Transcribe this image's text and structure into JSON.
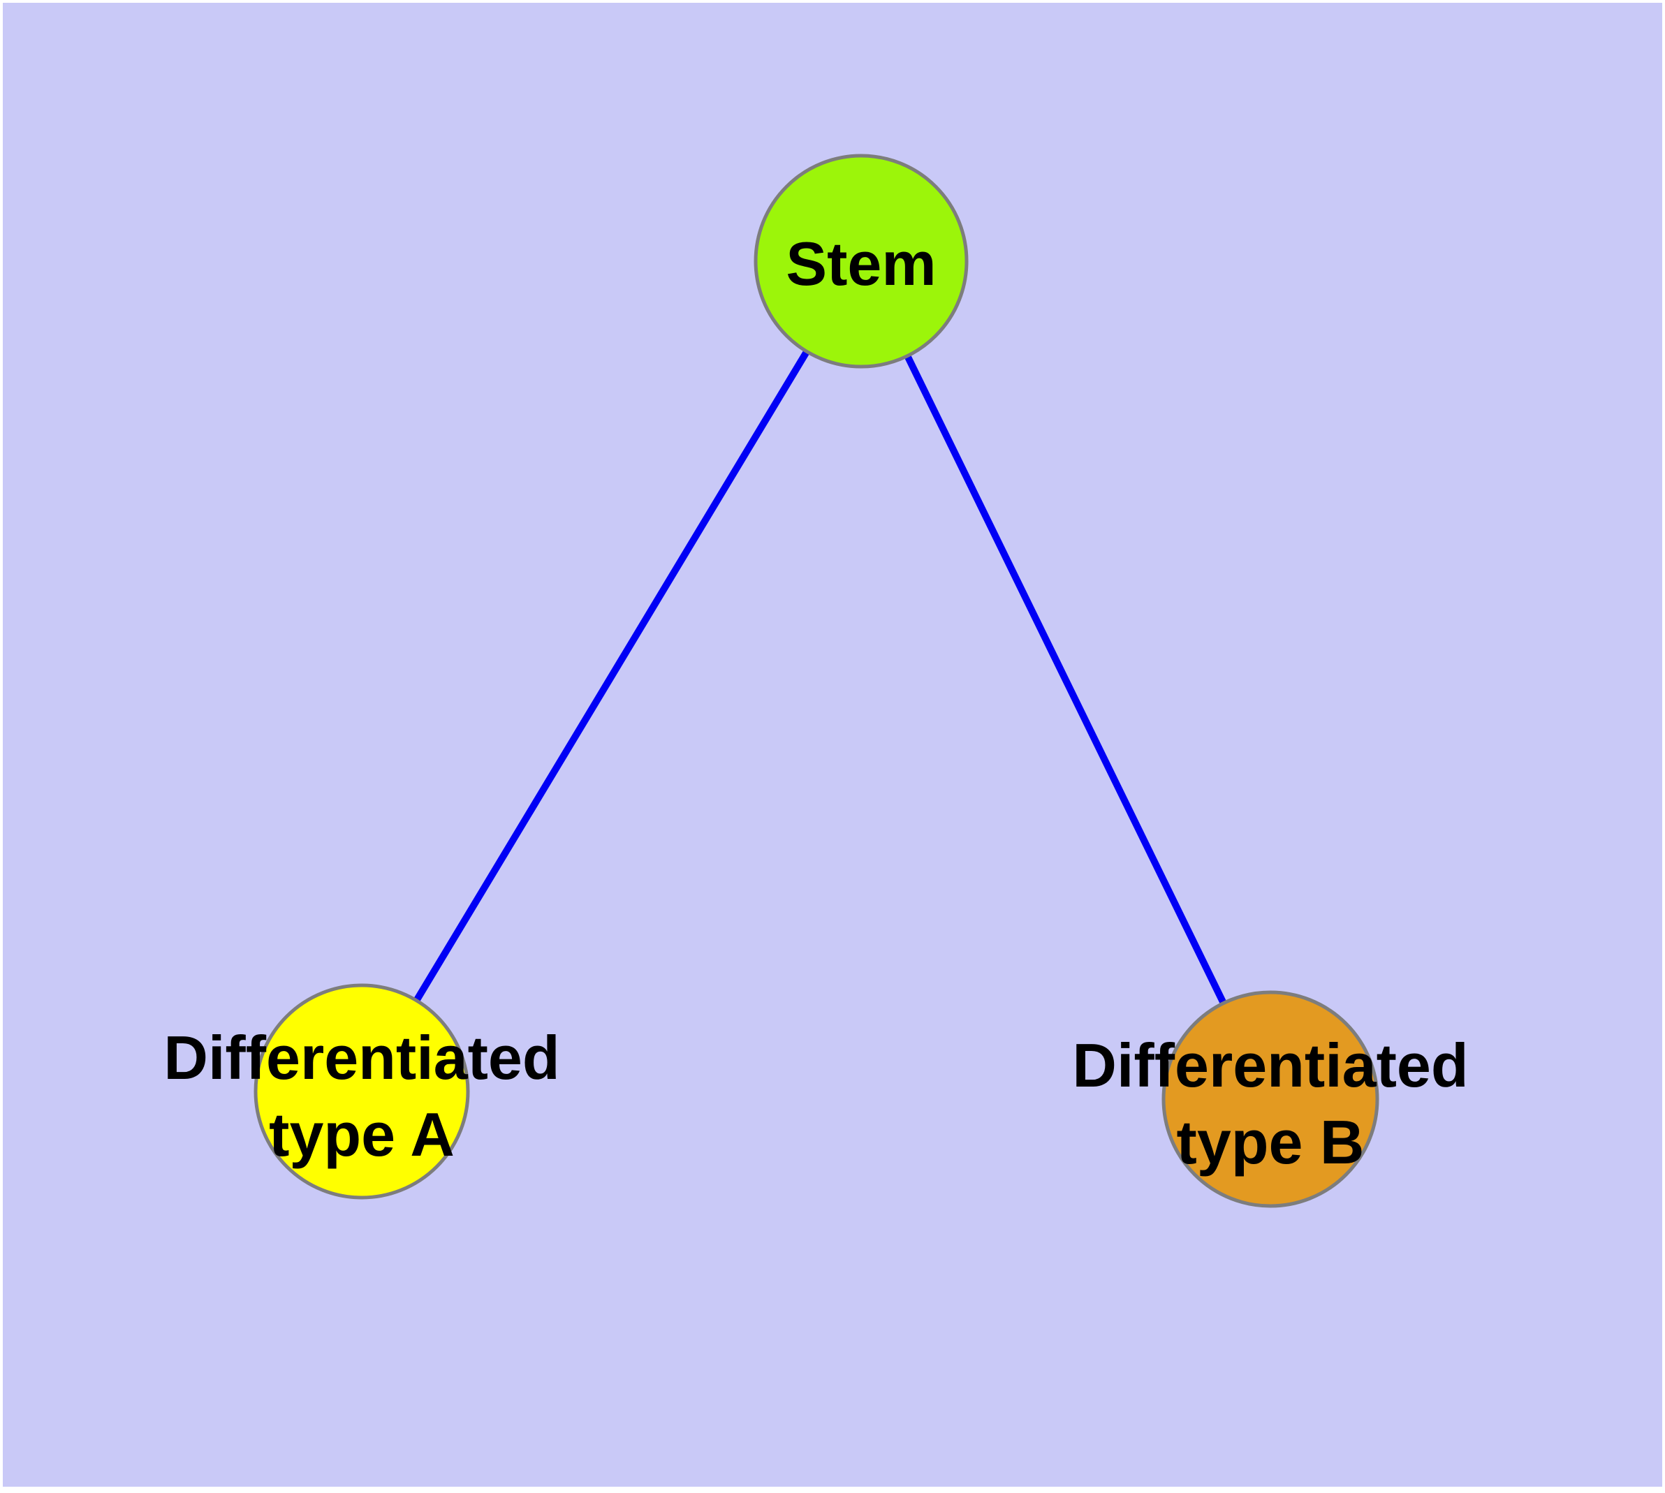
{
  "diagram": {
    "colors": {
      "canvas_margin": "#FFFFFF",
      "panel": "#C9C9F7",
      "edge": "#0000F5",
      "node_border": "#7D7D7D",
      "label_text": "#000000"
    },
    "nodes": [
      {
        "id": "stem",
        "lines": [
          "Stem"
        ],
        "color": "#9CF50A"
      },
      {
        "id": "differentiated-type-a",
        "lines": [
          "Differentiated",
          "type A"
        ],
        "color": "#FFFF00"
      },
      {
        "id": "differentiated-type-b",
        "lines": [
          "Differentiated",
          "type B"
        ],
        "color": "#E39A21"
      }
    ],
    "edges": [
      {
        "from": "Stem",
        "to": "Differentiated type A"
      },
      {
        "from": "Stem",
        "to": "Differentiated type B"
      }
    ]
  }
}
